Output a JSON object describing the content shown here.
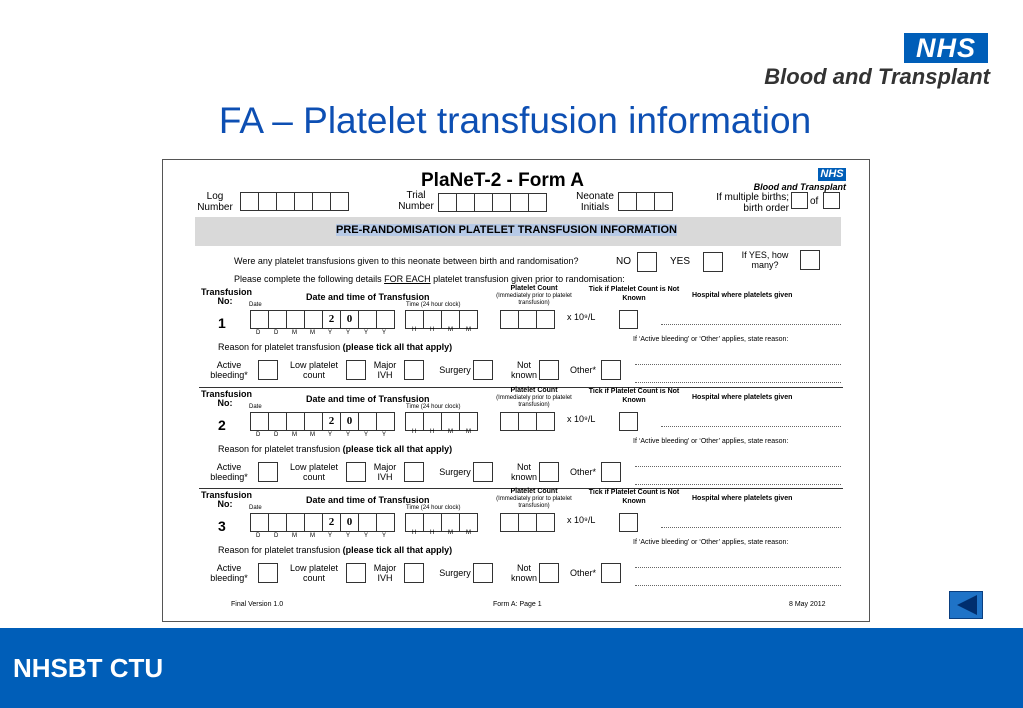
{
  "header": {
    "logo": "NHS",
    "org": "Blood and Transplant",
    "title": "FA – Platelet transfusion information"
  },
  "form": {
    "heading": "PlaNeT-2 - Form A",
    "logo_nhs": "NHS",
    "logo_org": "Blood and Transplant",
    "log_label": "Log Number",
    "trial_label": "Trial Number",
    "initials_label": "Neonate Initials",
    "births_label": "If multiple births; birth order",
    "of": "of",
    "section_title": "PRE-RANDOMISATION PLATELET TRANSFUSION INFORMATION",
    "question": "Were any platelet transfusions given to this neonate between birth and randomisation?",
    "no": "NO",
    "yes": "YES",
    "how_many": "If YES, how many?",
    "instruction_pre": "Please complete the following details ",
    "instruction_u": "FOR EACH",
    "instruction_post": " platelet transfusion given prior to randomisation:",
    "transfusion_label": "Transfusion No:",
    "date_time_label": "Date and time of Transfusion",
    "date_label": "Date",
    "time_label": "Time (24 hour clock)",
    "date_digits": [
      "D",
      "D",
      "M",
      "M",
      "Y",
      "Y",
      "Y",
      "Y"
    ],
    "prefill": [
      "2",
      "0"
    ],
    "time_digits": [
      "H",
      "H",
      "M",
      "M"
    ],
    "platelet_count": "Platelet Count",
    "platelet_sub": "(Immediately prior to platelet transfusion)",
    "unit": "x 10⁹/L",
    "tick_label": "Tick if Platelet Count is Not Known",
    "hospital_label": "Hospital where platelets given",
    "reason_pre": "Reason for platelet transfusion ",
    "reason_b": "(please tick all that apply)",
    "state_reason": "If ‘Active bleeding’ or ‘Other’ applies, state reason:",
    "opt_active": "Active bleeding*",
    "opt_low": "Low platelet count",
    "opt_major": "Major IVH",
    "opt_surgery": "Surgery",
    "opt_notknown": "Not known",
    "opt_other": "Other*",
    "transfusions": [
      {
        "number": "1"
      },
      {
        "number": "2"
      },
      {
        "number": "3"
      }
    ],
    "footer_left": "Final Version 1.0",
    "footer_mid": "Form A: Page 1",
    "footer_right": "8 May 2012"
  },
  "footer": {
    "text": "NHSBT CTU",
    "back_icon": "triangle-left-icon"
  },
  "colors": {
    "brand_blue": "#005eb8",
    "title_blue": "#0d4fb3",
    "band_gray": "#d9d9d9"
  }
}
